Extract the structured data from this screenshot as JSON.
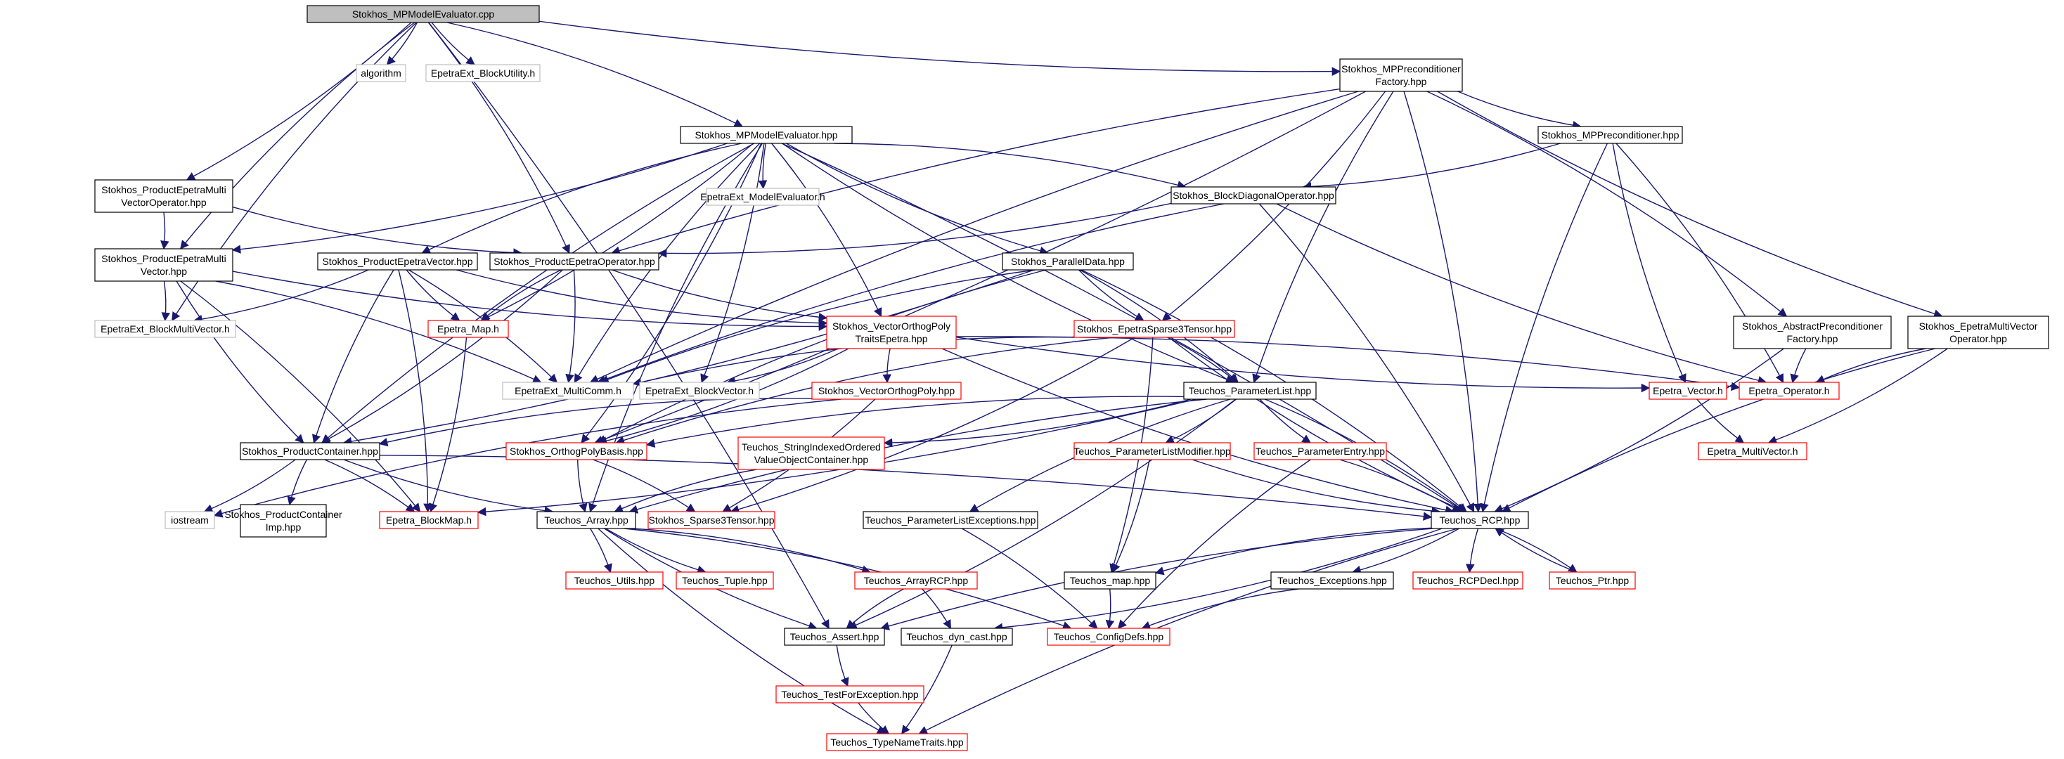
{
  "colors": {
    "edge": "#191970",
    "root_fill": "#bfbfbf",
    "normal_border": "#000000",
    "missing_border": "#bfbfbf",
    "partial_border": "#ff0000",
    "text": "#000000"
  },
  "nodes": [
    {
      "id": "root",
      "style": "root",
      "lines": [
        "Stokhos_MPModelEvaluator.cpp"
      ]
    },
    {
      "id": "algorithm",
      "style": "missing",
      "lines": [
        "algorithm"
      ]
    },
    {
      "id": "blockutil",
      "style": "missing",
      "lines": [
        "EpetraExt_BlockUtility.h"
      ]
    },
    {
      "id": "mpmodelhpp",
      "style": "normal",
      "lines": [
        "Stokhos_MPModelEvaluator.hpp"
      ]
    },
    {
      "id": "mpprecfactory",
      "style": "normal",
      "lines": [
        "Stokhos_MPPreconditioner",
        "Factory.hpp"
      ]
    },
    {
      "id": "mpprec",
      "style": "normal",
      "lines": [
        "Stokhos_MPPreconditioner.hpp"
      ]
    },
    {
      "id": "prodmvop",
      "style": "normal",
      "lines": [
        "Stokhos_ProductEpetraMulti",
        "VectorOperator.hpp"
      ]
    },
    {
      "id": "modeleval",
      "style": "missing",
      "lines": [
        "EpetraExt_ModelEvaluator.h"
      ]
    },
    {
      "id": "blockdiag",
      "style": "normal",
      "lines": [
        "Stokhos_BlockDiagonalOperator.hpp"
      ]
    },
    {
      "id": "prodmv",
      "style": "normal",
      "lines": [
        "Stokhos_ProductEpetraMulti",
        "Vector.hpp"
      ]
    },
    {
      "id": "prodvec",
      "style": "normal",
      "lines": [
        "Stokhos_ProductEpetraVector.hpp"
      ]
    },
    {
      "id": "prodop",
      "style": "normal",
      "lines": [
        "Stokhos_ProductEpetraOperator.hpp"
      ]
    },
    {
      "id": "paralleldata",
      "style": "normal",
      "lines": [
        "Stokhos_ParallelData.hpp"
      ]
    },
    {
      "id": "abstractprec",
      "style": "normal",
      "lines": [
        "Stokhos_AbstractPreconditioner",
        "Factory.hpp"
      ]
    },
    {
      "id": "epetramvop",
      "style": "normal",
      "lines": [
        "Stokhos_EpetraMultiVector",
        "Operator.hpp"
      ]
    },
    {
      "id": "blockmv",
      "style": "missing",
      "lines": [
        "EpetraExt_BlockMultiVector.h"
      ]
    },
    {
      "id": "epetramap",
      "style": "partial",
      "lines": [
        "Epetra_Map.h"
      ]
    },
    {
      "id": "vecortho",
      "style": "partial",
      "lines": [
        "Stokhos_VectorOrthogPoly",
        "TraitsEpetra.hpp"
      ]
    },
    {
      "id": "sparse3",
      "style": "partial",
      "lines": [
        "Stokhos_EpetraSparse3Tensor.hpp"
      ]
    },
    {
      "id": "multicomm",
      "style": "missing",
      "lines": [
        "EpetraExt_MultiComm.h"
      ]
    },
    {
      "id": "blockvec",
      "style": "missing",
      "lines": [
        "EpetraExt_BlockVector.h"
      ]
    },
    {
      "id": "vopoly",
      "style": "partial",
      "lines": [
        "Stokhos_VectorOrthogPoly.hpp"
      ]
    },
    {
      "id": "paramlist",
      "style": "normal",
      "lines": [
        "Teuchos_ParameterList.hpp"
      ]
    },
    {
      "id": "epetravec",
      "style": "partial",
      "lines": [
        "Epetra_Vector.h"
      ]
    },
    {
      "id": "epetraop",
      "style": "partial",
      "lines": [
        "Epetra_Operator.h"
      ]
    },
    {
      "id": "epetramv",
      "style": "partial",
      "lines": [
        "Epetra_MultiVector.h"
      ]
    },
    {
      "id": "prodcont",
      "style": "normal",
      "lines": [
        "Stokhos_ProductContainer.hpp"
      ]
    },
    {
      "id": "orthobasis",
      "style": "partial",
      "lines": [
        "Stokhos_OrthogPolyBasis.hpp"
      ]
    },
    {
      "id": "stringidx",
      "style": "partial",
      "lines": [
        "Teuchos_StringIndexedOrdered",
        "ValueObjectContainer.hpp"
      ]
    },
    {
      "id": "plmod",
      "style": "partial",
      "lines": [
        "Teuchos_ParameterListModifier.hpp"
      ]
    },
    {
      "id": "paramentry",
      "style": "partial",
      "lines": [
        "Teuchos_ParameterEntry.hpp"
      ]
    },
    {
      "id": "iostream",
      "style": "missing",
      "lines": [
        "iostream"
      ]
    },
    {
      "id": "prodcontimp",
      "style": "normal",
      "lines": [
        "Stokhos_ProductContainer",
        "Imp.hpp"
      ]
    },
    {
      "id": "blockmap",
      "style": "partial",
      "lines": [
        "Epetra_BlockMap.h"
      ]
    },
    {
      "id": "tarray",
      "style": "normal",
      "lines": [
        "Teuchos_Array.hpp"
      ]
    },
    {
      "id": "sparse3t",
      "style": "partial",
      "lines": [
        "Stokhos_Sparse3Tensor.hpp"
      ]
    },
    {
      "id": "plexc",
      "style": "normal",
      "lines": [
        "Teuchos_ParameterListExceptions.hpp"
      ]
    },
    {
      "id": "rcp",
      "style": "normal",
      "lines": [
        "Teuchos_RCP.hpp"
      ]
    },
    {
      "id": "utils",
      "style": "partial",
      "lines": [
        "Teuchos_Utils.hpp"
      ]
    },
    {
      "id": "tuple",
      "style": "partial",
      "lines": [
        "Teuchos_Tuple.hpp"
      ]
    },
    {
      "id": "arrayrcp",
      "style": "partial",
      "lines": [
        "Teuchos_ArrayRCP.hpp"
      ]
    },
    {
      "id": "tmap",
      "style": "normal",
      "lines": [
        "Teuchos_map.hpp"
      ]
    },
    {
      "id": "texc",
      "style": "normal",
      "lines": [
        "Teuchos_Exceptions.hpp"
      ]
    },
    {
      "id": "rcpdecl",
      "style": "partial",
      "lines": [
        "Teuchos_RCPDecl.hpp"
      ]
    },
    {
      "id": "ptr",
      "style": "partial",
      "lines": [
        "Teuchos_Ptr.hpp"
      ]
    },
    {
      "id": "assert",
      "style": "normal",
      "lines": [
        "Teuchos_Assert.hpp"
      ]
    },
    {
      "id": "dyncast",
      "style": "normal",
      "lines": [
        "Teuchos_dyn_cast.hpp"
      ]
    },
    {
      "id": "configdefs",
      "style": "partial",
      "lines": [
        "Teuchos_ConfigDefs.hpp"
      ]
    },
    {
      "id": "testexc",
      "style": "partial",
      "lines": [
        "Teuchos_TestForException.hpp"
      ]
    },
    {
      "id": "typename",
      "style": "partial",
      "lines": [
        "Teuchos_TypeNameTraits.hpp"
      ]
    }
  ],
  "edges": [
    [
      "root",
      "algorithm"
    ],
    [
      "root",
      "blockutil"
    ],
    [
      "root",
      "mpmodelhpp"
    ],
    [
      "root",
      "mpprecfactory"
    ],
    [
      "root",
      "prodmvop"
    ],
    [
      "root",
      "prodmv"
    ],
    [
      "root",
      "prodop"
    ],
    [
      "root",
      "blockmv"
    ],
    [
      "root",
      "assert"
    ],
    [
      "mpmodelhpp",
      "modeleval"
    ],
    [
      "mpmodelhpp",
      "blockdiag"
    ],
    [
      "mpmodelhpp",
      "prodvec"
    ],
    [
      "mpmodelhpp",
      "prodmv"
    ],
    [
      "mpmodelhpp",
      "paralleldata"
    ],
    [
      "mpmodelhpp",
      "vecortho"
    ],
    [
      "mpmodelhpp",
      "multicomm"
    ],
    [
      "mpmodelhpp",
      "blockvec"
    ],
    [
      "mpmodelhpp",
      "paramlist"
    ],
    [
      "mpmodelhpp",
      "rcp"
    ],
    [
      "mpmodelhpp",
      "tarray"
    ],
    [
      "mpmodelhpp",
      "epetramap"
    ],
    [
      "mpmodelhpp",
      "prodcont"
    ],
    [
      "mpmodelhpp",
      "orthobasis"
    ],
    [
      "mpprecfactory",
      "mpprec"
    ],
    [
      "mpprecfactory",
      "abstractprec"
    ],
    [
      "mpprecfactory",
      "epetramvop"
    ],
    [
      "mpprecfactory",
      "sparse3"
    ],
    [
      "mpprecfactory",
      "paramlist"
    ],
    [
      "mpprecfactory",
      "rcp"
    ],
    [
      "mpprecfactory",
      "multicomm"
    ],
    [
      "mpprecfactory",
      "orthobasis"
    ],
    [
      "mpprecfactory",
      "prodop"
    ],
    [
      "mpprec",
      "blockdiag"
    ],
    [
      "mpprec",
      "epetravec"
    ],
    [
      "mpprec",
      "epetraop"
    ],
    [
      "mpprec",
      "rcp"
    ],
    [
      "prodmvop",
      "prodmv"
    ],
    [
      "prodmvop",
      "prodop"
    ],
    [
      "blockdiag",
      "prodop"
    ],
    [
      "blockdiag",
      "epetraop"
    ],
    [
      "blockdiag",
      "rcp"
    ],
    [
      "blockdiag",
      "multicomm"
    ],
    [
      "prodmv",
      "blockmv"
    ],
    [
      "prodmv",
      "prodcont"
    ],
    [
      "prodmv",
      "multicomm"
    ],
    [
      "prodmv",
      "vecortho"
    ],
    [
      "prodmv",
      "blockmap"
    ],
    [
      "prodvec",
      "epetramap"
    ],
    [
      "prodvec",
      "multicomm"
    ],
    [
      "prodvec",
      "prodcont"
    ],
    [
      "prodvec",
      "blockmv"
    ],
    [
      "prodvec",
      "vecortho"
    ],
    [
      "prodvec",
      "blockmap"
    ],
    [
      "prodop",
      "epetramap"
    ],
    [
      "prodop",
      "multicomm"
    ],
    [
      "prodop",
      "vecortho"
    ],
    [
      "prodop",
      "prodcont"
    ],
    [
      "paralleldata",
      "sparse3"
    ],
    [
      "paralleldata",
      "paramlist"
    ],
    [
      "paralleldata",
      "orthobasis"
    ],
    [
      "paralleldata",
      "rcp"
    ],
    [
      "paralleldata",
      "multicomm"
    ],
    [
      "paralleldata",
      "prodcont"
    ],
    [
      "abstractprec",
      "epetraop"
    ],
    [
      "abstractprec",
      "rcp"
    ],
    [
      "epetramvop",
      "epetraop"
    ],
    [
      "epetramvop",
      "epetramv"
    ],
    [
      "epetramvop",
      "rcp"
    ],
    [
      "epetramap",
      "blockmap"
    ],
    [
      "vecortho",
      "vopoly"
    ],
    [
      "vecortho",
      "blockvec"
    ],
    [
      "vecortho",
      "epetravec"
    ],
    [
      "vecortho",
      "epetraop"
    ],
    [
      "vecortho",
      "rcp"
    ],
    [
      "vecortho",
      "orthobasis"
    ],
    [
      "sparse3",
      "multicomm"
    ],
    [
      "sparse3",
      "paramlist"
    ],
    [
      "sparse3",
      "orthobasis"
    ],
    [
      "sparse3",
      "sparse3t"
    ],
    [
      "sparse3",
      "rcp"
    ],
    [
      "sparse3",
      "tmap"
    ],
    [
      "vopoly",
      "prodcont"
    ],
    [
      "vopoly",
      "sparse3t"
    ],
    [
      "vopoly",
      "iostream"
    ],
    [
      "paramlist",
      "plmod"
    ],
    [
      "paramlist",
      "paramentry"
    ],
    [
      "paramlist",
      "stringidx"
    ],
    [
      "paramlist",
      "plexc"
    ],
    [
      "paramlist",
      "rcp"
    ],
    [
      "paramlist",
      "tarray"
    ],
    [
      "paramlist",
      "assert"
    ],
    [
      "paramlist",
      "orthobasis"
    ],
    [
      "paramlist",
      "blockmap"
    ],
    [
      "epetravec",
      "epetramv"
    ],
    [
      "prodcont",
      "iostream"
    ],
    [
      "prodcont",
      "prodcontimp"
    ],
    [
      "prodcont",
      "blockmap"
    ],
    [
      "prodcont",
      "tarray"
    ],
    [
      "prodcont",
      "rcp"
    ],
    [
      "orthobasis",
      "tarray"
    ],
    [
      "orthobasis",
      "sparse3t"
    ],
    [
      "stringidx",
      "tarray"
    ],
    [
      "plmod",
      "tmap"
    ],
    [
      "plmod",
      "rcp"
    ],
    [
      "paramentry",
      "rcp"
    ],
    [
      "paramentry",
      "configdefs"
    ],
    [
      "tarray",
      "utils"
    ],
    [
      "tarray",
      "tuple"
    ],
    [
      "tarray",
      "arrayrcp"
    ],
    [
      "tarray",
      "assert"
    ],
    [
      "tarray",
      "configdefs"
    ],
    [
      "tarray",
      "typename"
    ],
    [
      "plexc",
      "configdefs"
    ],
    [
      "rcp",
      "tmap"
    ],
    [
      "rcp",
      "texc"
    ],
    [
      "rcp",
      "rcpdecl"
    ],
    [
      "rcp",
      "ptr"
    ],
    [
      "rcp",
      "assert"
    ],
    [
      "rcp",
      "dyncast"
    ],
    [
      "rcp",
      "typename"
    ],
    [
      "ptr",
      "rcp"
    ],
    [
      "arrayrcp",
      "assert"
    ],
    [
      "arrayrcp",
      "dyncast"
    ],
    [
      "texc",
      "configdefs"
    ],
    [
      "tmap",
      "configdefs"
    ],
    [
      "assert",
      "testexc"
    ],
    [
      "dyncast",
      "typename"
    ],
    [
      "testexc",
      "typename"
    ]
  ]
}
